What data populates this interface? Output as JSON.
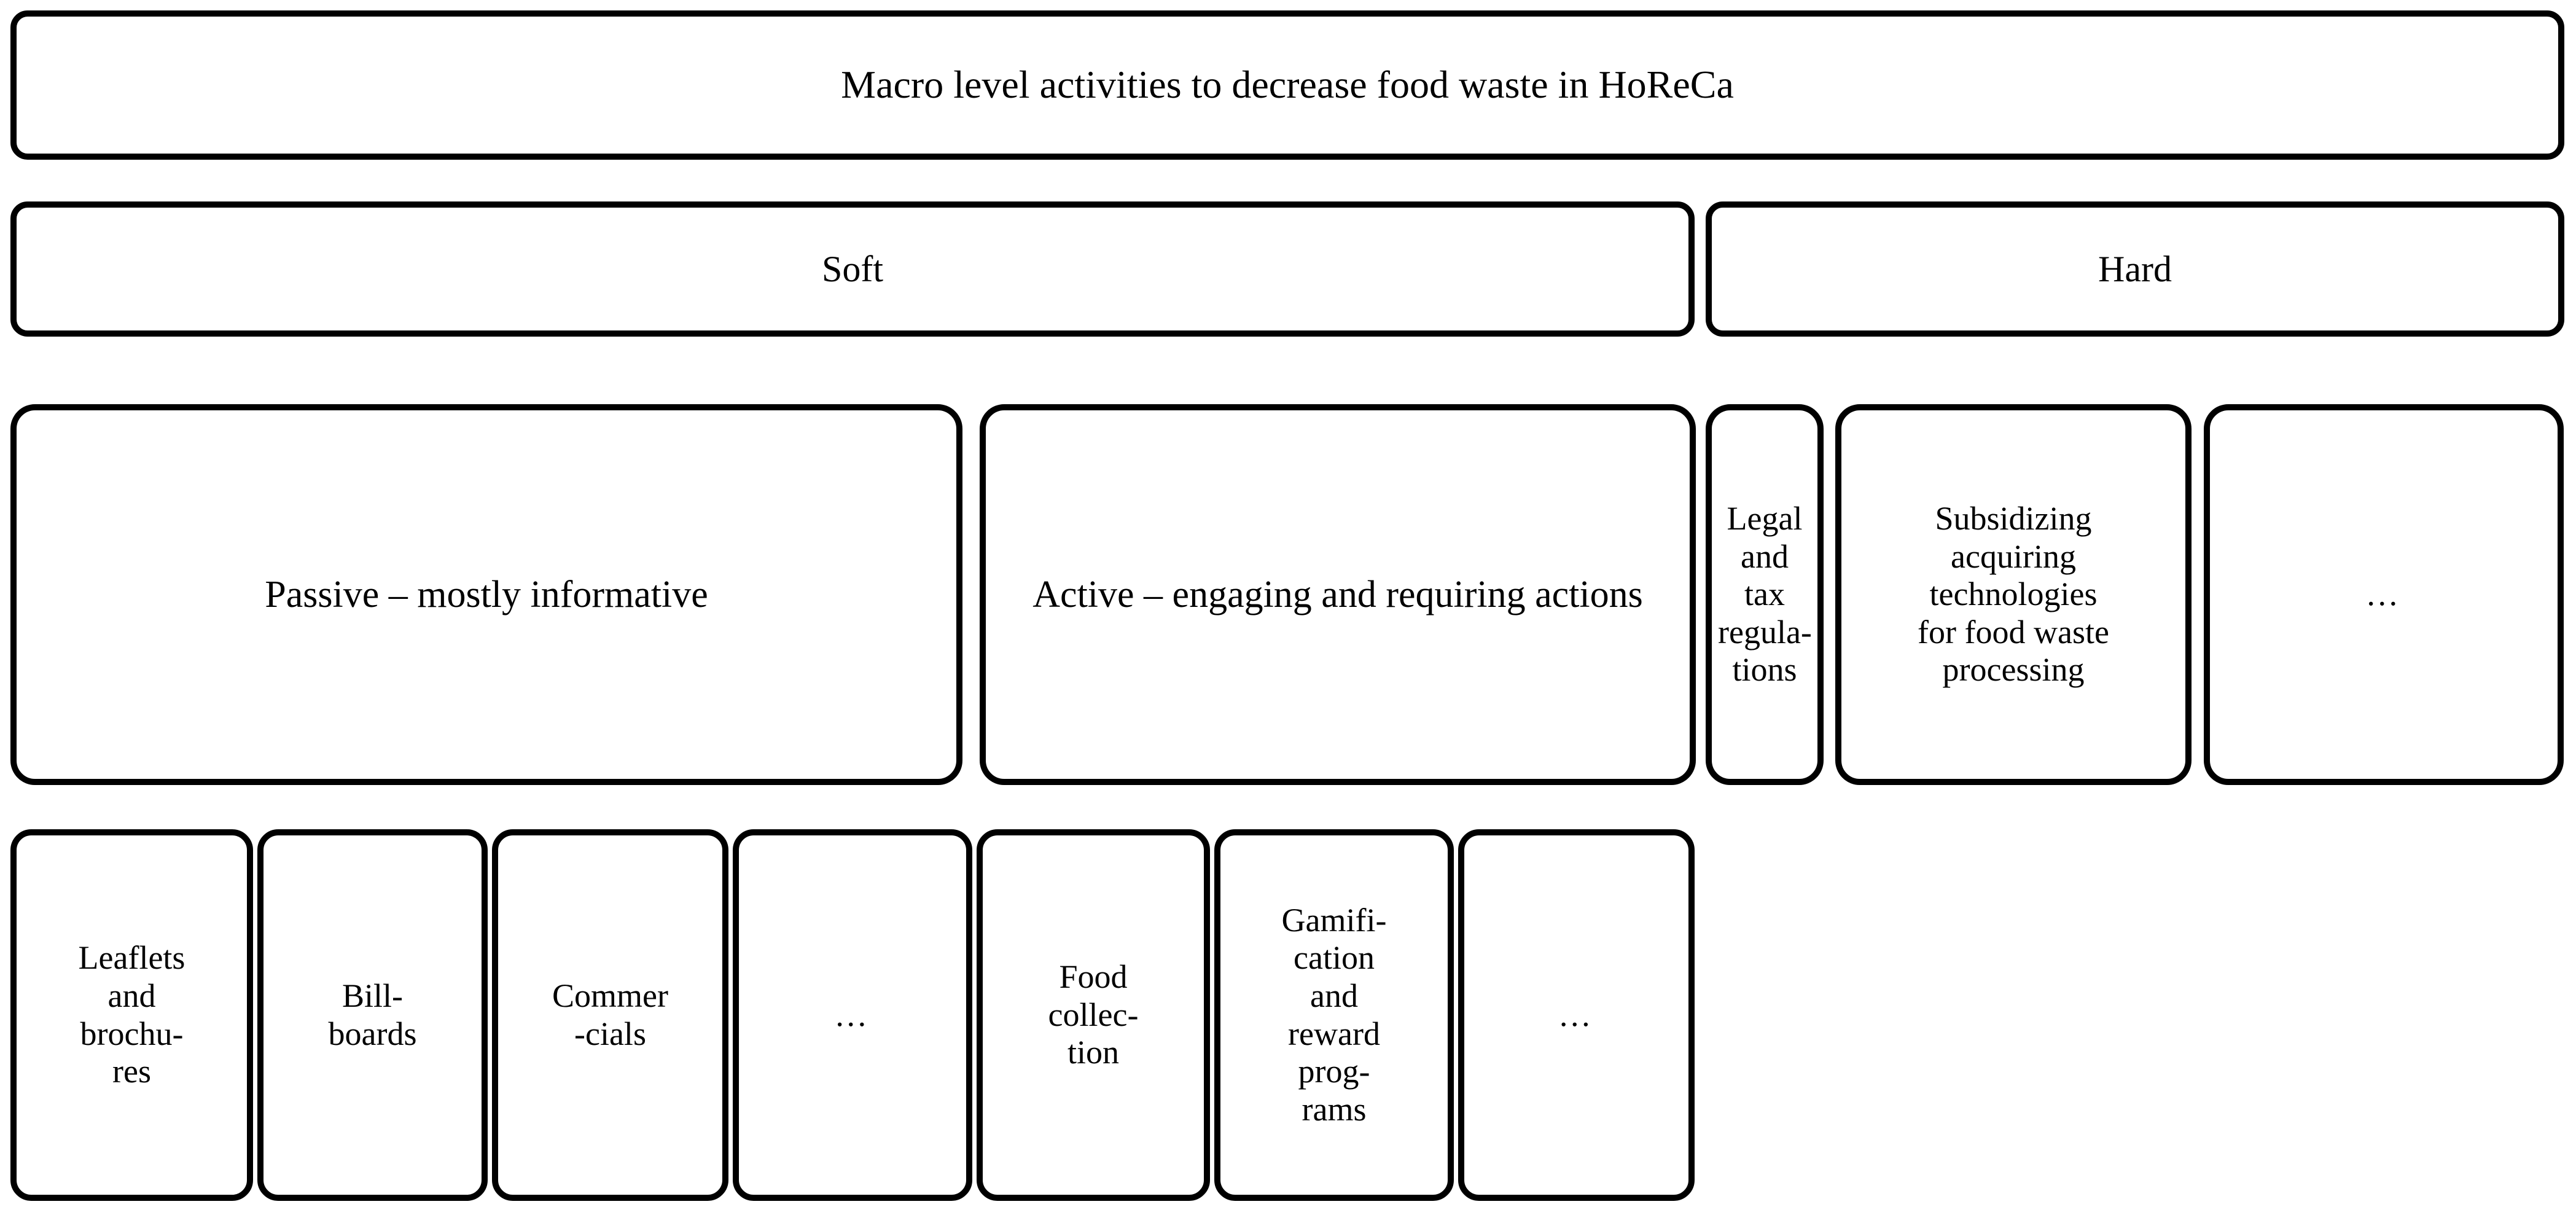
{
  "diagram": {
    "title": "Macro level activities to decrease food waste in HoReCa",
    "background_color": "#ffffff",
    "border_color": "#000000",
    "levels": [
      {
        "level": 1,
        "name": "root",
        "nodes": [
          {
            "id": "root",
            "label": "Macro level activities to decrease food waste in HoReCa"
          }
        ]
      },
      {
        "level": 2,
        "name": "activity-type",
        "nodes": [
          {
            "id": "soft",
            "label": "Soft"
          },
          {
            "id": "hard",
            "label": "Hard"
          }
        ]
      },
      {
        "level": 3,
        "name": "sub-categories",
        "nodes": [
          {
            "id": "passive",
            "parent": "soft",
            "label": "Passive – mostly informative"
          },
          {
            "id": "active",
            "parent": "soft",
            "label": "Active – engaging and requiring actions"
          },
          {
            "id": "legal",
            "parent": "hard",
            "label": "Legal\nand tax\nregula-\ntions"
          },
          {
            "id": "subsidy",
            "parent": "hard",
            "label": "Subsidizing\nacquiring\ntechnologies\nfor food waste\nprocessing"
          },
          {
            "id": "hard-more",
            "parent": "hard",
            "label": "…"
          }
        ]
      },
      {
        "level": 4,
        "name": "examples",
        "nodes": [
          {
            "id": "leaflets",
            "parent": "passive",
            "label": "Leaflets\nand\nbrochu-\nres"
          },
          {
            "id": "billboards",
            "parent": "passive",
            "label": "Bill-\nboards"
          },
          {
            "id": "commercials",
            "parent": "passive",
            "label": "Commer\n-cials"
          },
          {
            "id": "passive-more",
            "parent": "passive",
            "label": "…"
          },
          {
            "id": "food-collection",
            "parent": "active",
            "label": "Food\ncollec-\ntion"
          },
          {
            "id": "gamification",
            "parent": "active",
            "label": "Gamifi-\ncation\nand\nreward\nprog-\nrams"
          },
          {
            "id": "active-more",
            "parent": "active",
            "label": "…"
          }
        ]
      }
    ]
  }
}
